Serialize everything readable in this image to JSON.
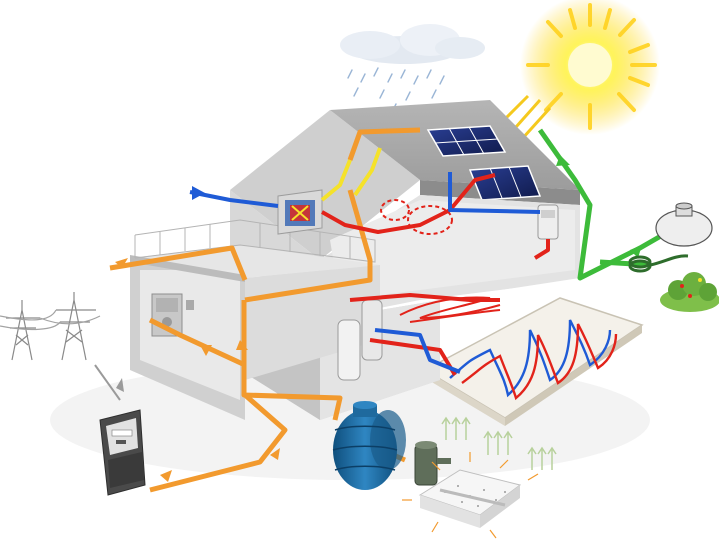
{
  "colors": {
    "sky_white": "#ffffff",
    "house_wall": "#c9c9c9",
    "house_wall_light": "#dadada",
    "house_interior": "#e9e9e9",
    "roof": "#a9a9a9",
    "roof_dark": "#8f8f8f",
    "floor": "#f1f1f1",
    "warm_line": "#f29a2e",
    "hot_line": "#e2231a",
    "cold_line": "#1f5bd6",
    "solar_line": "#f5e22a",
    "green_line": "#3dbb3a",
    "sun_core": "#fff45a",
    "sun_ray": "#ffd21f",
    "solar_panel": "#1b2a6b",
    "tank": "#1f6a9e",
    "meter_body": "#4a4a4a",
    "pylon": "#8a8a8a",
    "cloud": "#dfe6ef",
    "rain": "#9bb6d6",
    "ground_grass": "#7fbf4a",
    "heat_arrow": "#d9e6c8"
  },
  "components": [
    {
      "name": "sun",
      "icon": "sun-icon"
    },
    {
      "name": "rain-cloud",
      "icon": "cloud-rain-icon"
    },
    {
      "name": "solar-collector-panels",
      "icon": "solar-panel-icon"
    },
    {
      "name": "ventilation-unit",
      "icon": "ventilation-unit-icon"
    },
    {
      "name": "heat-pump-cabinet",
      "icon": "heat-pump-icon"
    },
    {
      "name": "hot-water-boiler",
      "icon": "boiler-icon"
    },
    {
      "name": "storage-tank",
      "icon": "storage-tank-icon"
    },
    {
      "name": "rainwater-cistern",
      "icon": "cistern-icon"
    },
    {
      "name": "rainwater-filter",
      "icon": "filter-icon"
    },
    {
      "name": "underfloor-heating-loop",
      "icon": "floor-heating-icon"
    },
    {
      "name": "ground-heat-exchanger-field",
      "icon": "ground-collector-icon"
    },
    {
      "name": "geothermal-collector-block",
      "icon": "geothermal-block-icon"
    },
    {
      "name": "septic-tank",
      "icon": "septic-tank-icon"
    },
    {
      "name": "garden-hose",
      "icon": "hose-icon"
    },
    {
      "name": "garden-shrub",
      "icon": "shrub-icon"
    },
    {
      "name": "power-pylons",
      "icon": "pylon-icon"
    },
    {
      "name": "electricity-meter",
      "icon": "meter-icon"
    }
  ]
}
